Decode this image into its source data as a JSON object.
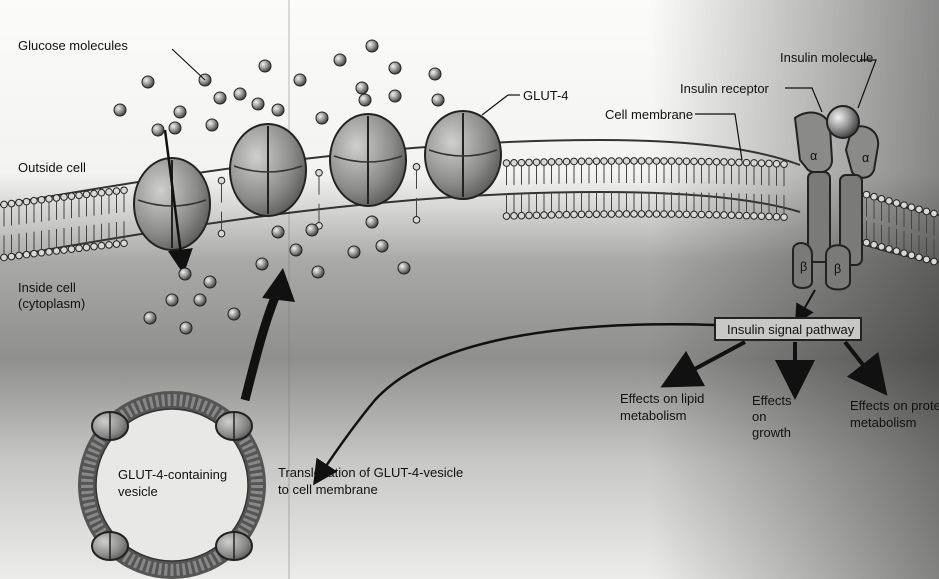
{
  "labels": {
    "glucose_molecules": "Glucose molecules",
    "glut4": "GLUT-4",
    "cell_membrane": "Cell membrane",
    "insulin_molecule": "Insulin molecule",
    "insulin_receptor": "Insulin receptor",
    "outside_cell": "Outside cell",
    "inside_cell_1": "Inside cell",
    "inside_cell_2": "(cytoplasm)",
    "insulin_signal_pathway": "Insulin signal pathway",
    "effects_lipid_1": "Effects on lipid",
    "effects_lipid_2": "metabolism",
    "effects_growth_1": "Effects",
    "effects_growth_2": "on",
    "effects_growth_3": "growth",
    "effects_protein_1": "Effects on protein",
    "effects_protein_2": "metabolism",
    "vesicle_1": "GLUT-4-containing",
    "vesicle_2": "vesicle",
    "translocation_1": "Translocation of GLUT-4-vesicle",
    "translocation_2": "to cell membrane",
    "alpha": "α",
    "beta": "β"
  }
}
